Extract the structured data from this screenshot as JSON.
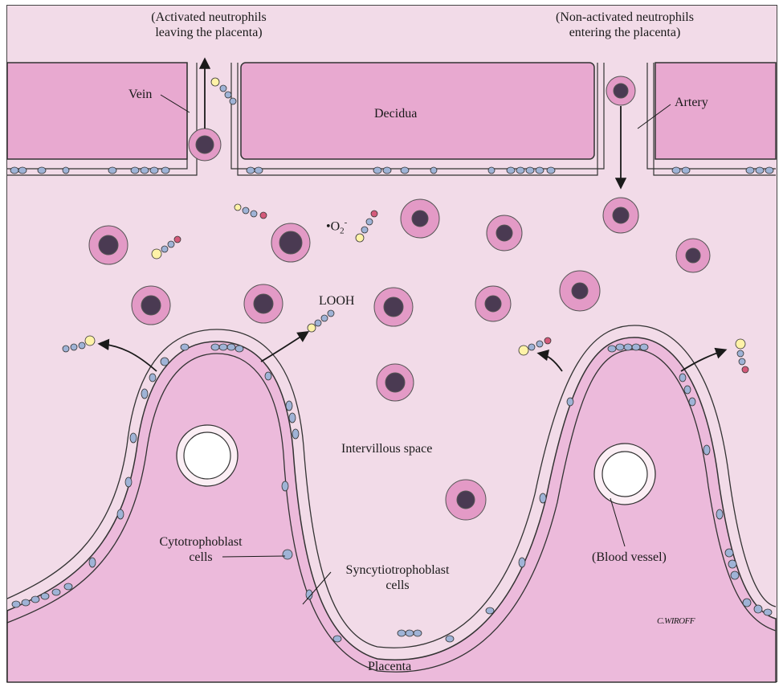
{
  "labels": {
    "activated_line1": "(Activated neutrophils",
    "activated_line2": "leaving the placenta)",
    "nonactivated_line1": "(Non-activated neutrophils",
    "nonactivated_line2": "entering the placenta)",
    "vein": "Vein",
    "decidua": "Decidua",
    "artery": "Artery",
    "superoxide": "•O",
    "superoxide_sub": "2",
    "superoxide_sup": "-",
    "looh": "LOOH",
    "intervillous_space": "Intervillous space",
    "cytotrophoblast_line1": "Cytotrophoblast",
    "cytotrophoblast_line2": "cells",
    "syncytiotrophoblast_line1": "Syncytiotrophoblast",
    "syncytiotrophoblast_line2": "cells",
    "blood_vessel": "(Blood vessel)",
    "placenta": "Placenta",
    "signature": "C.WIROFF"
  },
  "colors": {
    "tissue_pink": "#e8a9d0",
    "background_pink": "#f2dbe8",
    "placenta_pink": "#ecbadb",
    "cell_blue": "#9fb3d6",
    "nucleus_dark": "#4a3a52"
  }
}
